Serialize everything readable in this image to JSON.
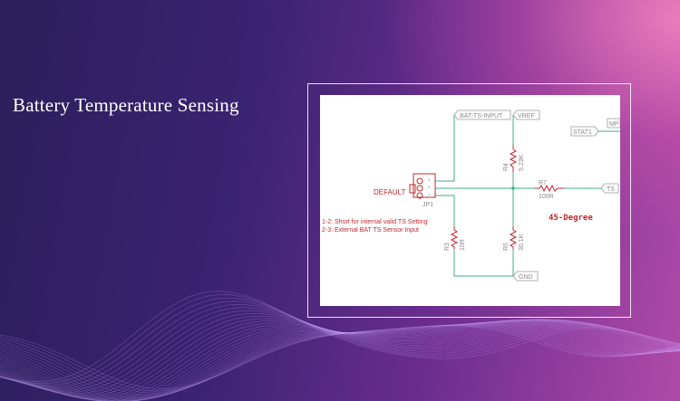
{
  "slide": {
    "title": "Battery Temperature Sensing"
  },
  "schematic": {
    "net_labels": {
      "bat_ts_input": "BAT-TS-INPUT",
      "vref": "VREF",
      "stat1": "STAT1",
      "mp": "MP",
      "ts": "TS",
      "gnd": "GND"
    },
    "jumper": {
      "name": "JP1",
      "label": "DEFAULT",
      "pins": [
        "3",
        "2",
        "1"
      ]
    },
    "resistors": [
      {
        "ref": "R4",
        "value": "5.23K"
      },
      {
        "ref": "R7",
        "value": "100R"
      },
      {
        "ref": "R3",
        "value": "10R"
      },
      {
        "ref": "R5",
        "value": "30.1K"
      }
    ],
    "notes": [
      "1-2: Short for internal valid TS Setting",
      "2-3: External BAT TS Sensor Input"
    ],
    "annotation": "45-Degree",
    "colors": {
      "wire": "#3fae8c",
      "component": "#c0282d",
      "label": "#888888"
    }
  }
}
